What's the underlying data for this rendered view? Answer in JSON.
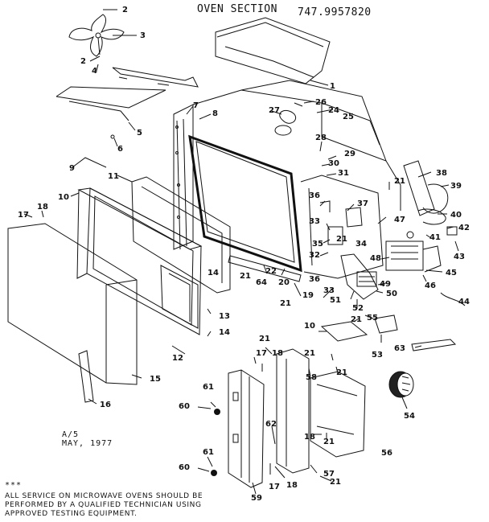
{
  "header": {
    "title": "OVEN SECTION",
    "model": "747.9957820"
  },
  "footer": {
    "revision": "A/5",
    "date": "MAY, 1977",
    "stars": "***",
    "service_note": [
      "ALL SERVICE ON MICROWAVE OVENS SHOULD BE",
      "PERFORMED BY A QUALIFIED TECHNICIAN USING",
      "APPROVED TESTING EQUIPMENT."
    ]
  },
  "part_numbers": [
    "1",
    "2",
    "3",
    "4",
    "5",
    "6",
    "7",
    "8",
    "9",
    "10",
    "11",
    "12",
    "13",
    "14",
    "15",
    "16",
    "17",
    "18",
    "19",
    "20",
    "21",
    "22",
    "24",
    "25",
    "26",
    "27",
    "28",
    "29",
    "30",
    "31",
    "32",
    "33",
    "34",
    "35",
    "36",
    "37",
    "38",
    "39",
    "40",
    "41",
    "42",
    "43",
    "44",
    "45",
    "46",
    "47",
    "48",
    "49",
    "50",
    "51",
    "52",
    "53",
    "54",
    "55",
    "56",
    "57",
    "58",
    "59",
    "60",
    "61",
    "62",
    "63",
    "64"
  ]
}
